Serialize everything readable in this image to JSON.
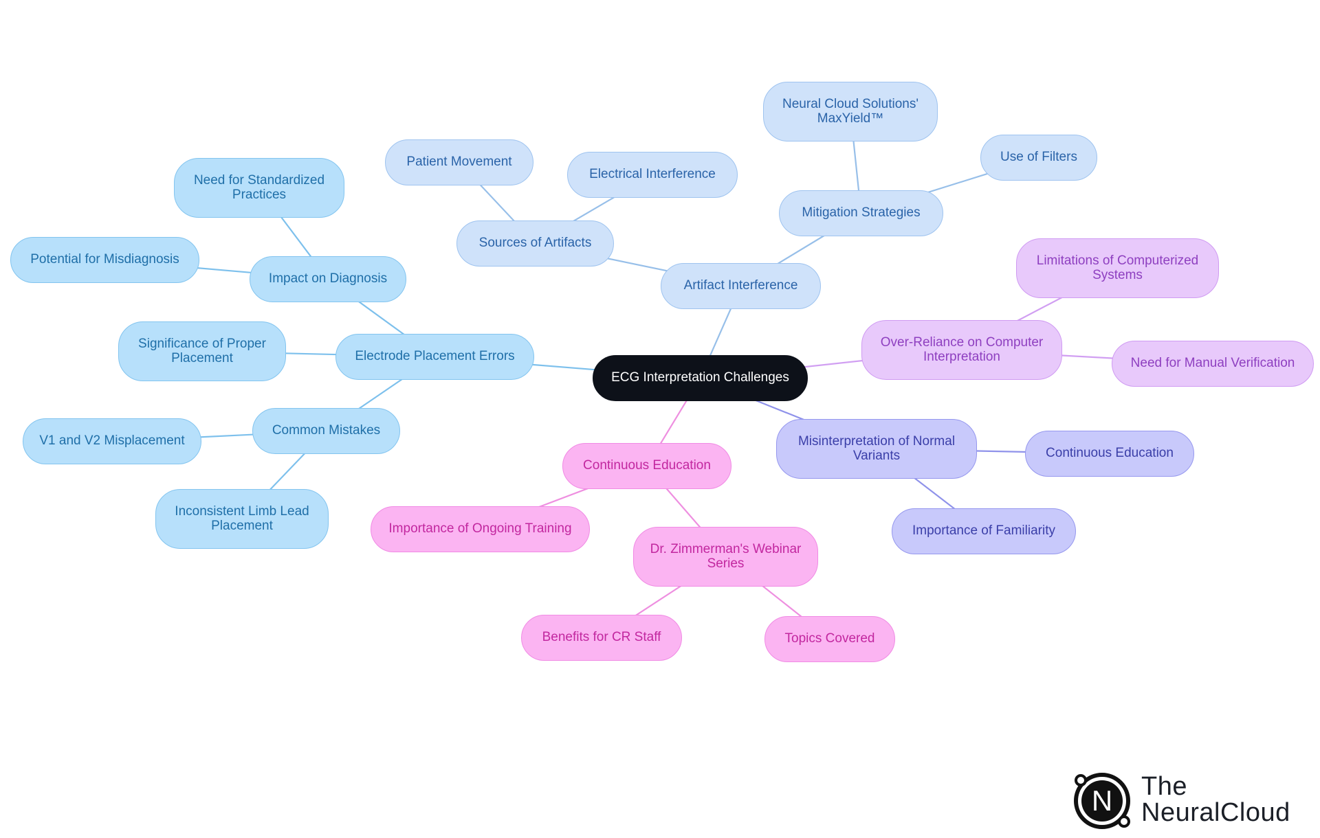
{
  "mindmap": {
    "root": {
      "id": "root",
      "label": "ECG Interpretation Challenges"
    },
    "nodes": [
      {
        "id": "electrode",
        "parent": "root",
        "label": "Electrode Placement Errors",
        "theme": "sky"
      },
      {
        "id": "impact",
        "parent": "electrode",
        "label": "Impact on Diagnosis",
        "theme": "sky"
      },
      {
        "id": "standard",
        "parent": "impact",
        "label": "Need for Standardized Practices",
        "theme": "sky"
      },
      {
        "id": "misdiag",
        "parent": "impact",
        "label": "Potential for Misdiagnosis",
        "theme": "sky"
      },
      {
        "id": "signif",
        "parent": "electrode",
        "label": "Significance of Proper Placement",
        "theme": "sky"
      },
      {
        "id": "mistakes",
        "parent": "electrode",
        "label": "Common Mistakes",
        "theme": "sky"
      },
      {
        "id": "v1v2",
        "parent": "mistakes",
        "label": "V1 and V2 Misplacement",
        "theme": "sky"
      },
      {
        "id": "limb",
        "parent": "mistakes",
        "label": "Inconsistent Limb Lead Placement",
        "theme": "sky"
      },
      {
        "id": "artifact",
        "parent": "root",
        "label": "Artifact Interference",
        "theme": "steel"
      },
      {
        "id": "sources",
        "parent": "artifact",
        "label": "Sources of Artifacts",
        "theme": "steel"
      },
      {
        "id": "patient",
        "parent": "sources",
        "label": "Patient Movement",
        "theme": "steel"
      },
      {
        "id": "electrical",
        "parent": "sources",
        "label": "Electrical Interference",
        "theme": "steel"
      },
      {
        "id": "mitigation",
        "parent": "artifact",
        "label": "Mitigation Strategies",
        "theme": "steel"
      },
      {
        "id": "maxyield",
        "parent": "mitigation",
        "label": "Neural Cloud Solutions' MaxYield™",
        "theme": "steel"
      },
      {
        "id": "filters",
        "parent": "mitigation",
        "label": "Use of Filters",
        "theme": "steel"
      },
      {
        "id": "overreliance",
        "parent": "root",
        "label": "Over-Reliance on Computer Interpretation",
        "theme": "violet"
      },
      {
        "id": "limitations",
        "parent": "overreliance",
        "label": "Limitations of Computerized Systems",
        "theme": "violet"
      },
      {
        "id": "manual",
        "parent": "overreliance",
        "label": "Need for Manual Verification",
        "theme": "violet"
      },
      {
        "id": "variants",
        "parent": "root",
        "label": "Misinterpretation of Normal Variants",
        "theme": "indigo"
      },
      {
        "id": "conted2",
        "parent": "variants",
        "label": "Continuous Education",
        "theme": "indigo"
      },
      {
        "id": "familiarity",
        "parent": "variants",
        "label": "Importance of Familiarity",
        "theme": "indigo"
      },
      {
        "id": "conted",
        "parent": "root",
        "label": "Continuous Education",
        "theme": "pink"
      },
      {
        "id": "ongoing",
        "parent": "conted",
        "label": "Importance of Ongoing Training",
        "theme": "pink"
      },
      {
        "id": "webinar",
        "parent": "conted",
        "label": "Dr. Zimmerman's Webinar Series",
        "theme": "pink"
      },
      {
        "id": "benefits",
        "parent": "webinar",
        "label": "Benefits for CR Staff",
        "theme": "pink"
      },
      {
        "id": "topics",
        "parent": "webinar",
        "label": "Topics Covered",
        "theme": "pink"
      }
    ]
  },
  "themes": {
    "root": {
      "fill": "#0d1119",
      "border": "#0d1119",
      "text": "#ffffff",
      "edge": "#0d1119"
    },
    "sky": {
      "fill": "#b7e0fb",
      "border": "#82c4ef",
      "text": "#1f6fa8",
      "edge": "#7dc0ec"
    },
    "steel": {
      "fill": "#cfe2fa",
      "border": "#9ec3ef",
      "text": "#2a63a8",
      "edge": "#97bfe9"
    },
    "violet": {
      "fill": "#e8c9fb",
      "border": "#cf9af2",
      "text": "#8e3fc0",
      "edge": "#d19ff2"
    },
    "indigo": {
      "fill": "#c8c9fb",
      "border": "#9597ee",
      "text": "#3a3ea8",
      "edge": "#8f92ea"
    },
    "pink": {
      "fill": "#fbb4f2",
      "border": "#f08ae4",
      "text": "#c2279f",
      "edge": "#ee8fe0"
    }
  },
  "logo": {
    "line1": "The",
    "line2": "NeuralCloud",
    "mark": "N"
  }
}
